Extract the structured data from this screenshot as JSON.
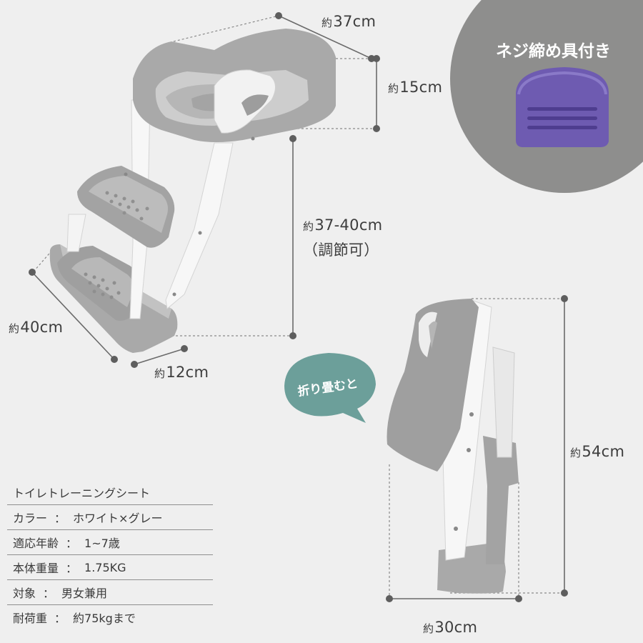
{
  "badge": {
    "label": "ネジ締め具付き"
  },
  "bubble": {
    "label": "折り畳むと"
  },
  "dimensions": {
    "prefix": "約",
    "width": "37cm",
    "seat_height": "15cm",
    "step_height": "37-40cm",
    "step_height_note": "（調節可）",
    "depth": "40cm",
    "step_width": "12cm",
    "folded_height": "54cm",
    "folded_depth": "30cm"
  },
  "spec": {
    "title": "トイレトレーニングシート",
    "rows": [
      {
        "label": "カラー",
        "sep": "：",
        "value": "ホワイト×グレー"
      },
      {
        "label": "適応年齢",
        "sep": "：",
        "value": "1~7歳"
      },
      {
        "label": "本体重量",
        "sep": "：",
        "value": "1.75KG"
      },
      {
        "label": "対象",
        "sep": "：",
        "value": "男女兼用"
      },
      {
        "label": "耐荷重",
        "sep": "：",
        "value": "約75kgまで"
      }
    ]
  },
  "colors": {
    "background": "#efefef",
    "badge_bg": "#8e8e8d",
    "bubble_bg": "#6c9f9a",
    "product_gray": "#a9a9a9",
    "product_white": "#f7f7f7",
    "clamp_purple": "#6e5bb1",
    "dimension_line": "#6a6a6a"
  }
}
